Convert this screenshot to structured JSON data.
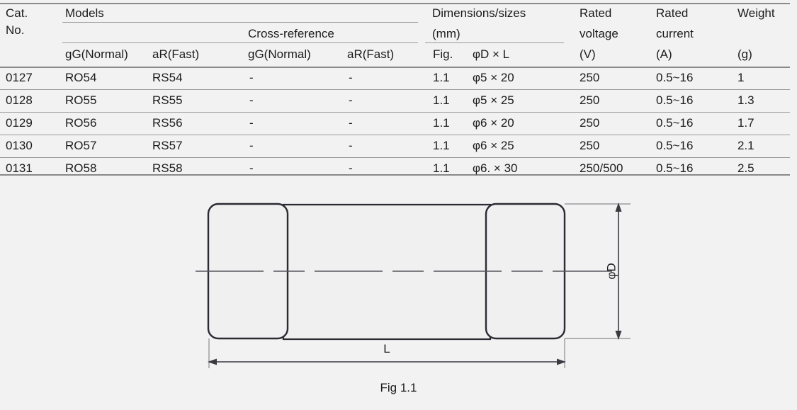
{
  "table": {
    "headers": {
      "cat_no_line1": "Cat.",
      "cat_no_line2": "No.",
      "models": "Models",
      "cross_reference": "Cross-reference",
      "dimensions_line1": "Dimensions/sizes",
      "dimensions_line2": "(mm)",
      "rated_voltage_line1": "Rated",
      "rated_voltage_line2": "voltage",
      "rated_current_line1": "Rated",
      "rated_current_line2": "current",
      "weight": "Weight",
      "sub": {
        "models_gg": "gG(Normal)",
        "models_ar": "aR(Fast)",
        "xref_gg": "gG(Normal)",
        "xref_ar": "aR(Fast)",
        "fig": "Fig.",
        "d_x_l": "φD × L",
        "voltage_unit": "(V)",
        "current_unit": "(A)",
        "weight_unit": "(g)"
      }
    },
    "rows": [
      {
        "cat_no": "0127",
        "models_gg": "RO54",
        "models_ar": "RS54",
        "xref_gg": "-",
        "xref_ar": "-",
        "fig": "1.1",
        "size": "φ5 × 20",
        "voltage": "250",
        "current": "0.5~16",
        "weight": "1"
      },
      {
        "cat_no": "0128",
        "models_gg": "RO55",
        "models_ar": "RS55",
        "xref_gg": "-",
        "xref_ar": "-",
        "fig": "1.1",
        "size": "φ5 × 25",
        "voltage": "250",
        "current": "0.5~16",
        "weight": "1.3"
      },
      {
        "cat_no": "0129",
        "models_gg": "RO56",
        "models_ar": "RS56",
        "xref_gg": "-",
        "xref_ar": "-",
        "fig": "1.1",
        "size": "φ6 × 20",
        "voltage": "250",
        "current": "0.5~16",
        "weight": "1.7"
      },
      {
        "cat_no": "0130",
        "models_gg": "RO57",
        "models_ar": "RS57",
        "xref_gg": "-",
        "xref_ar": "-",
        "fig": "1.1",
        "size": "φ6 × 25",
        "voltage": "250",
        "current": "0.5~16",
        "weight": "2.1"
      },
      {
        "cat_no": "0131",
        "models_gg": "RO58",
        "models_ar": "RS58",
        "xref_gg": "-",
        "xref_ar": "-",
        "fig": "1.1",
        "size": "φ6. × 30",
        "voltage": "250/500",
        "current": "0.5~16",
        "weight": "2.5"
      }
    ]
  },
  "figure": {
    "caption": "Fig 1.1",
    "length_label": "L",
    "diameter_label": "φD"
  },
  "colors": {
    "background": "#f2f2f2",
    "text": "#1c1c1c",
    "rule": "#9a9a9a",
    "drawing_stroke": "#2b2b33",
    "dimension_stroke": "#55555c"
  }
}
